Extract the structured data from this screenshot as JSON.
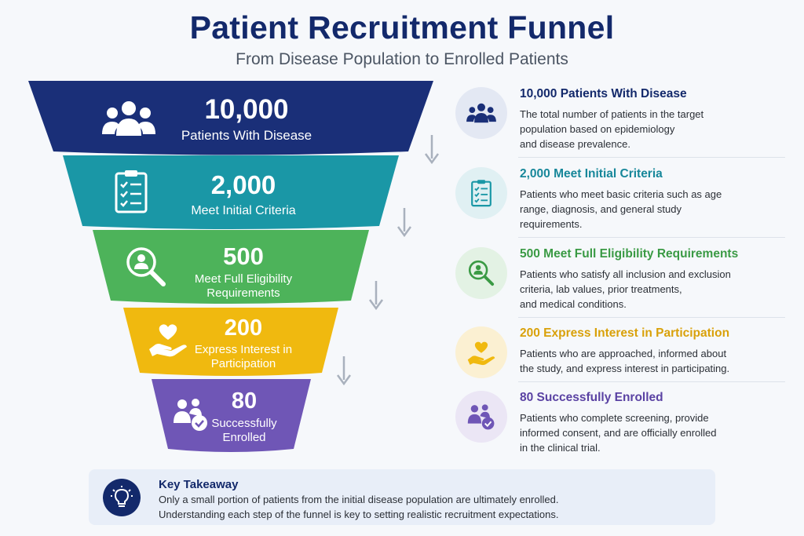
{
  "header": {
    "title": "Patient Recruitment Funnel",
    "subtitle": "From Disease Population to Enrolled Patients"
  },
  "colors": {
    "navy": "#1a2f78",
    "teal": "#1a97a6",
    "green": "#4db35a",
    "yellow": "#f0b90f",
    "purple": "#6f56b6"
  },
  "funnel": {
    "stages": [
      {
        "number": "10,000",
        "label_lines": [
          "Patients With Disease"
        ],
        "color": "#1a2f78",
        "icon": "people-group-icon"
      },
      {
        "number": "2,000",
        "label_lines": [
          "Meet Initial Criteria"
        ],
        "color": "#1a97a6",
        "icon": "clipboard-checklist-icon"
      },
      {
        "number": "500",
        "label_lines": [
          "Meet Full Eligibility",
          "Requirements"
        ],
        "color": "#4db35a",
        "icon": "magnifier-person-icon"
      },
      {
        "number": "200",
        "label_lines": [
          "Express Interest in",
          "Participation"
        ],
        "color": "#f0b90f",
        "icon": "heart-hand-icon"
      },
      {
        "number": "80",
        "label_lines": [
          "Successfully",
          "Enrolled"
        ],
        "color": "#6f56b6",
        "icon": "people-check-icon"
      }
    ]
  },
  "details": [
    {
      "title": "10,000 Patients With Disease",
      "color": "#13296b",
      "lines": [
        "The total number of patients in the target",
        "population based on epidemiology",
        "and disease prevalence."
      ]
    },
    {
      "title": "2,000 Meet Initial Criteria",
      "color": "#17879a",
      "lines": [
        "Patients who meet basic criteria such as age",
        "range, diagnosis, and general study",
        "requirements."
      ]
    },
    {
      "title": "500 Meet Full Eligibility Requirements",
      "color": "#3a9a44",
      "lines": [
        "Patients who satisfy all inclusion and exclusion",
        "criteria, lab values, prior treatments,",
        "and medical conditions."
      ]
    },
    {
      "title": "200 Express Interest in Participation",
      "color": "#d9a10a",
      "lines": [
        "Patients who are approached, informed about",
        "the study, and express interest in participating."
      ]
    },
    {
      "title": "80 Successfully Enrolled",
      "color": "#5a42a3",
      "lines": [
        "Patients who complete screening, provide",
        "informed consent, and are officially enrolled",
        "in the clinical trial."
      ]
    }
  ],
  "takeaway": {
    "title": "Key Takeaway",
    "line1": "Only a small portion of patients from the initial disease population are ultimately enrolled.",
    "line2": "Understanding each step of the funnel is key to setting realistic recruitment expectations."
  }
}
